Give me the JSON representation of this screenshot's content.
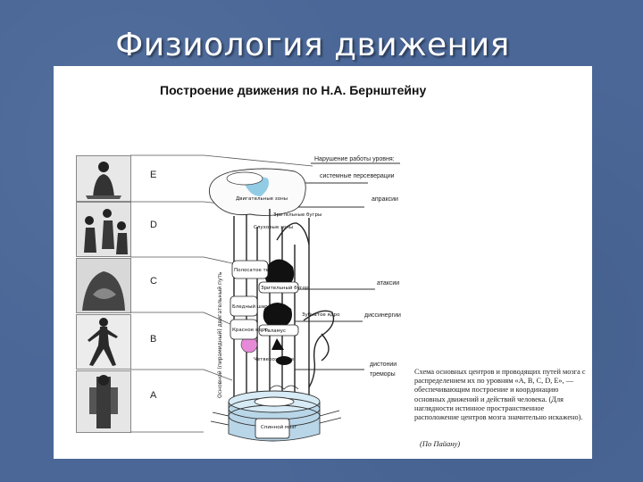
{
  "slide": {
    "title": "Физиология движения",
    "heading": "Построение движения по Н.А. Бернштейну"
  },
  "levels": [
    "E",
    "D",
    "C",
    "B",
    "A"
  ],
  "right_labels": {
    "header": "Нарушение работы уровня:",
    "l1": "системные персеверации",
    "l2": "апраксии",
    "l3": "атаксии",
    "l4": "диссинергии",
    "l5": "дистонии",
    "l6": "треморы"
  },
  "node_labels": {
    "n1": "Двигательные зоны",
    "n2": "Зрительные бугры",
    "n3": "Слуховые зоны",
    "n4": "Полосатое тело",
    "n5": "Зрительный бугор",
    "n6": "Бледный шар",
    "n7": "Красное ядро",
    "n8": "Таламус",
    "n9": "Зубчатое ядро",
    "n10": "Четверохолмие",
    "n11": "Спинной мозг"
  },
  "vertical_label": "Основной (пирамидный) двигательный путь",
  "caption": {
    "text": "Схема основных центров и проводящих путей мозга с распределением их по уровням «А, B, C, D, E», — обеспечивающим построение и координацию основных движений и действий человека. (Для наглядности истинное пространственное расположение центров мозга значительно искажено).",
    "source": "(По Пайану)"
  }
}
